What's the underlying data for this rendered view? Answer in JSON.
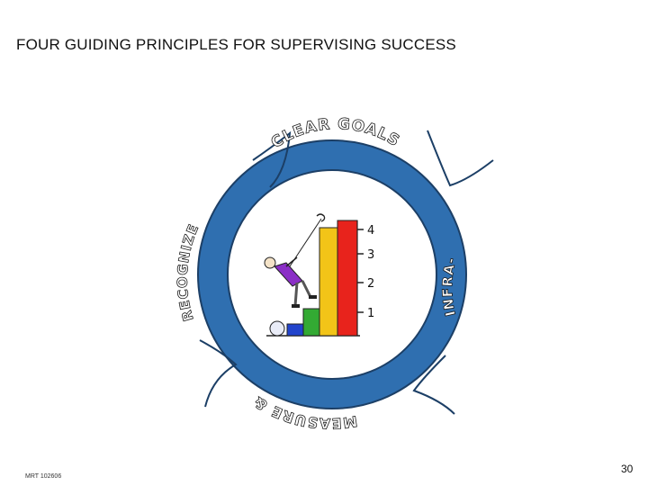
{
  "slide": {
    "title": "FOUR GUIDING PRINCIPLES FOR SUPERVISING SUCCESS",
    "footer_code": "MRT 102606",
    "page_number": "30"
  },
  "cycle": {
    "segments": [
      {
        "label": "CLEAR GOALS"
      },
      {
        "label": "INFRA-"
      },
      {
        "label": "MEASURE &"
      },
      {
        "label": "RECOGNIZE"
      }
    ],
    "ring_color": "#2f6fb0",
    "outline_color": "#1c3f66"
  },
  "illustration": {
    "icon": "stick-figure-climbing-bar-chart",
    "bar_levels": [
      "1",
      "2",
      "3",
      "4"
    ],
    "bar_colors": [
      "#2244cc",
      "#33aa33",
      "#f2c418",
      "#e8231c"
    ]
  }
}
